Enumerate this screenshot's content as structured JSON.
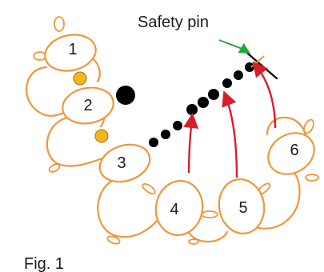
{
  "figure": {
    "label": "Fig. 1",
    "pin_label": "Safety pin",
    "rings": [
      {
        "label": "1"
      },
      {
        "label": "2"
      },
      {
        "label": "3"
      },
      {
        "label": "4"
      },
      {
        "label": "5"
      },
      {
        "label": "6"
      }
    ]
  },
  "colors": {
    "thread": "#f0963a",
    "bead_small": "#f2b81c",
    "bead_black": "#000000",
    "arrow_red": "#d81e2a",
    "arrow_green": "#22a83a",
    "pin": "#111111",
    "text": "#1a1a1a"
  }
}
